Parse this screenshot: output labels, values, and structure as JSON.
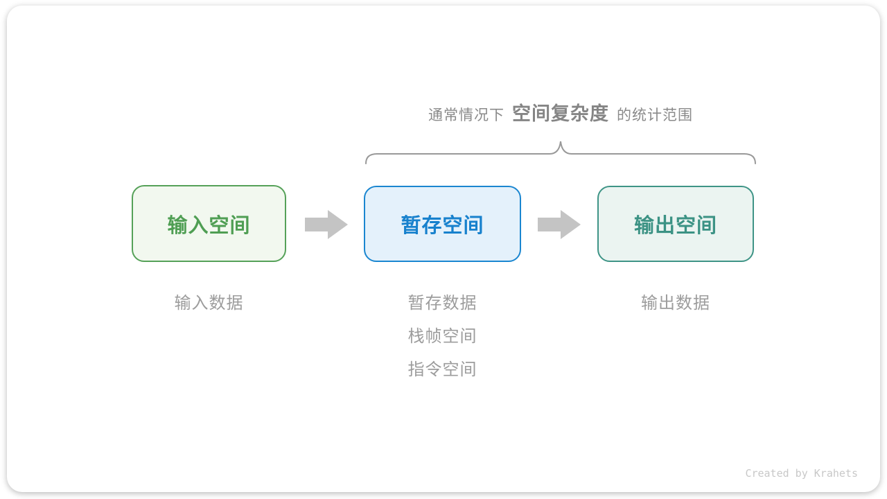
{
  "caption": {
    "prefix": "通常情况下",
    "highlight": "空间复杂度",
    "suffix": "的统计范围"
  },
  "nodes": [
    {
      "id": "input-space",
      "label": "输入空间",
      "border_color": "#55A158",
      "bg_color": "#F2F8EF",
      "text_color": "#4F9E53"
    },
    {
      "id": "buffer-space",
      "label": "暂存空间",
      "border_color": "#1A86D0",
      "bg_color": "#E4F1FB",
      "text_color": "#1781CD"
    },
    {
      "id": "output-space",
      "label": "输出空间",
      "border_color": "#3E9486",
      "bg_color": "#EBF4F1",
      "text_color": "#3B9284"
    }
  ],
  "annotations": {
    "input": [
      "输入数据"
    ],
    "buffer": [
      "暂存数据",
      "栈帧空间",
      "指令空间"
    ],
    "output": [
      "输出数据"
    ]
  },
  "icons": {
    "arrow_right": "right-block-arrow",
    "brace": "horizontal-curly-brace"
  },
  "footer": {
    "attribution": "Created by Krahets"
  },
  "colors": {
    "caption_text": "#8A8A8A",
    "annotation_text": "#9C9C9C",
    "brace_stroke": "#999999",
    "arrow_fill": "#C4C4C4",
    "card_bg": "#FFFFFF"
  }
}
